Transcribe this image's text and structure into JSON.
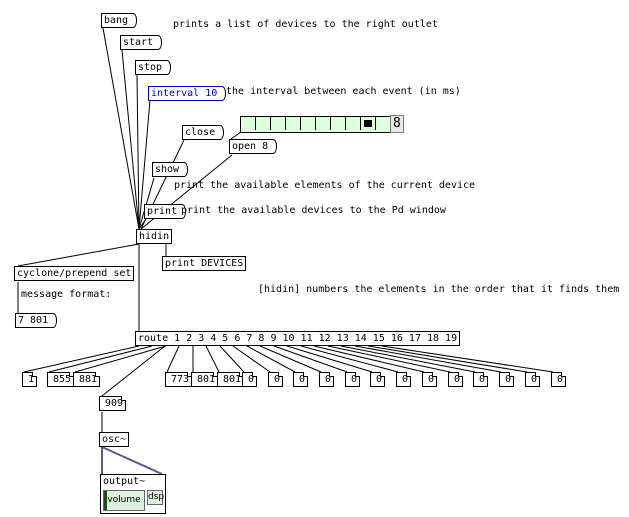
{
  "messages": {
    "bang": "bang",
    "start": "start",
    "stop": "stop",
    "interval": "interval 10",
    "close": "close",
    "open": "open 8",
    "show": "show",
    "print": "print"
  },
  "objects": {
    "hidin": "hidin",
    "print_devices": "print DEVICES",
    "prepend": "cyclone/prepend set",
    "route": "route 1 2 3 4 5 6 7 8 9 10 11 12 13 14 15 16 17 18 19",
    "osc": "osc~",
    "output_title": "output~"
  },
  "result_message": "7 801",
  "comments": {
    "bang": "prints a list of devices to the right outlet",
    "interval": "the interval between each event (in ms)",
    "show": "print the available elements of the current device",
    "print": "print the available devices to the Pd window",
    "format": "message format:",
    "numbering": "[hidin] numbers the elements in the order that it finds them"
  },
  "radio": {
    "cells": 10,
    "selected_index": 8,
    "value": "8"
  },
  "number_boxes": [
    "1",
    "855",
    "881",
    "773",
    "801",
    "801",
    "0",
    "0",
    "0",
    "0",
    "0",
    "0",
    "0",
    "0",
    "0",
    "0",
    "0",
    "0",
    "0"
  ],
  "osc_freq": "909",
  "output_controls": {
    "volume_label": "volume",
    "dsp_label": "dsp"
  },
  "colors": {
    "interval_message": "#0000cc",
    "radio_background": "#dcffdc",
    "output_controls": "#dcf2dc",
    "signal_cord": "#5a5a8a"
  }
}
